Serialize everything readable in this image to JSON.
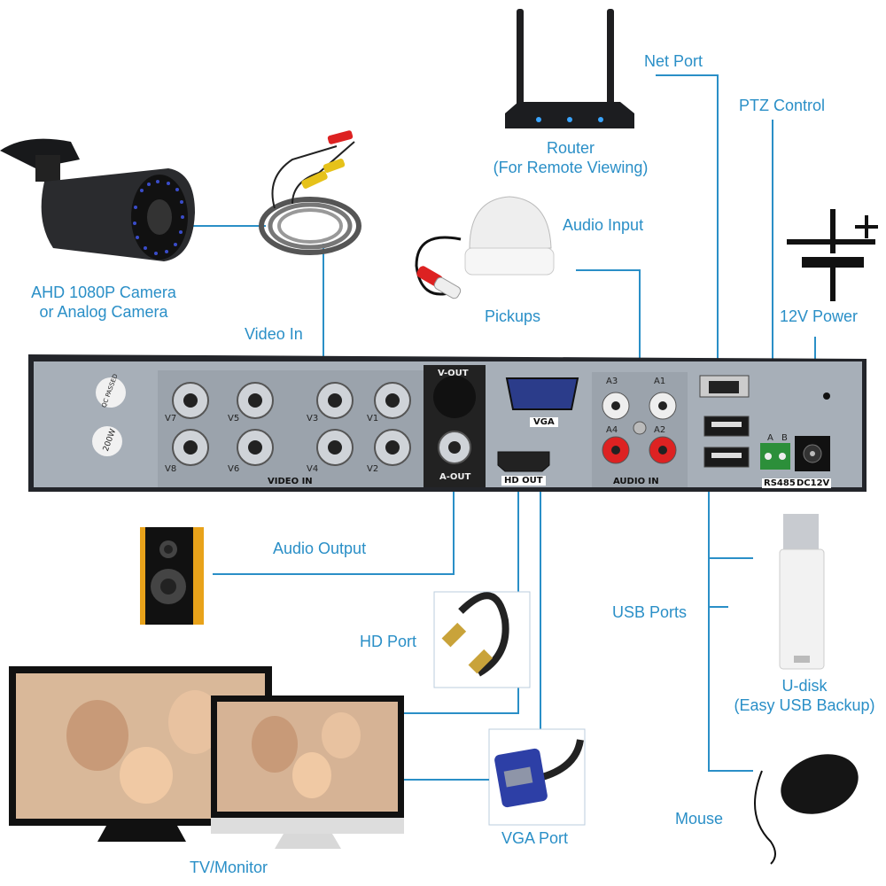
{
  "labels": {
    "net_port": "Net Port",
    "ptz_control": "PTZ Control",
    "router": "Router",
    "router_sub": "(For Remote Viewing)",
    "audio_input": "Audio Input",
    "pickups": "Pickups",
    "power": "12V Power",
    "camera_line1": "AHD 1080P Camera",
    "camera_line2": "or Analog Camera",
    "video_in": "Video In",
    "audio_output": "Audio Output",
    "hd_port": "HD Port",
    "usb_ports": "USB Ports",
    "udisk": "U-disk",
    "udisk_sub": "(Easy USB Backup)",
    "vga_port": "VGA Port",
    "mouse": "Mouse",
    "tv_monitor": "TV/Monitor"
  },
  "panel": {
    "video_in": "VIDEO IN",
    "v_out": "V-OUT",
    "a_out": "A-OUT",
    "vga": "VGA",
    "hd_out": "HD OUT",
    "audio_in": "AUDIO IN",
    "rs485": "RS485",
    "dc12v": "DC12V",
    "a": "A",
    "b": "B",
    "qc": "QC PASSED",
    "sticker": "200W",
    "channels": [
      "V7",
      "V5",
      "V3",
      "V1",
      "V8",
      "V6",
      "V4",
      "V2"
    ],
    "audio_channels": [
      "A3",
      "A1",
      "A4",
      "A2"
    ]
  },
  "colors": {
    "accent": "#2a8fc7",
    "panel": "#9aa3ad",
    "panel_dark": "#2b2d30"
  }
}
